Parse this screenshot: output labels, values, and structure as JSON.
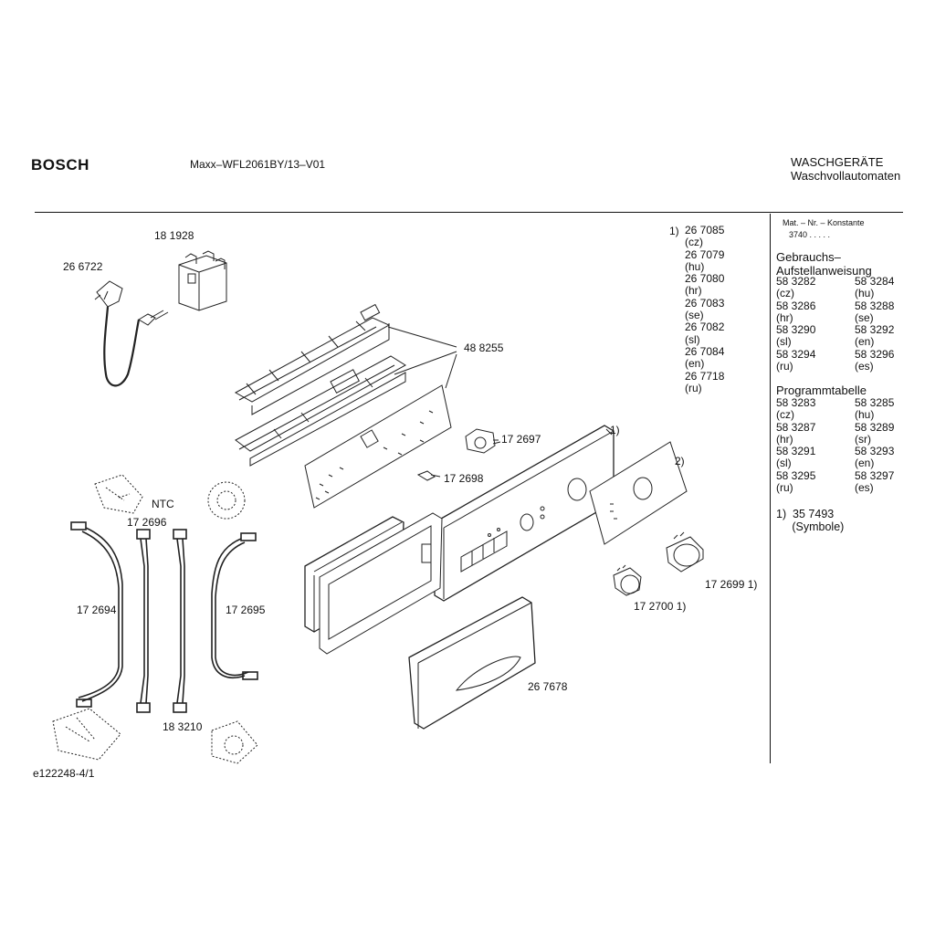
{
  "header": {
    "brand": "BOSCH",
    "model": "Maxx–WFL2061BY/13–V01",
    "category_line1": "WASCHGERÄTE",
    "category_line2": "Waschvollautomaten"
  },
  "parts": {
    "p181928": "18 1928",
    "p266722": "26 6722",
    "p488255": "48 8255",
    "p172697": "17 2697",
    "p172698": "17 2698",
    "ntc": "NTC",
    "p172696": "17 2696",
    "p172694": "17 2694",
    "p172695": "17 2695",
    "p183210": "18 3210",
    "p267678": "26 7678",
    "p172700": "17 2700 1)",
    "p172699": "17 2699 1)",
    "note1": "1)",
    "note2": "2)"
  },
  "variants": {
    "marker": "1)",
    "list": "26 7085\n(cz)\n26 7079\n(hu)\n26 7080\n(hr)\n26 7083\n(se)\n26 7082\n(sl)\n26 7084\n(en)\n26 7718\n(ru)"
  },
  "side": {
    "mat_title": "Mat. – Nr. – Konstante",
    "mat_value": "3740  .  .  .  .  .",
    "gebrauchs_title": "Gebrauchs–\nAufstellanweisung",
    "gebrauchs_left": "58 3282\n(cz)\n58 3286\n(hr)\n58 3290\n(sl)\n58 3294\n(ru)",
    "gebrauchs_right": "58 3284\n(hu)\n58 3288\n(se)\n58 3292\n(en)\n58 3296\n(es)",
    "programm_title": "Programmtabelle",
    "programm_left": "58 3283\n(cz)\n58 3287\n(hr)\n58 3291\n(sl)\n58 3295\n(ru)",
    "programm_right": "58 3285\n(hu)\n58 3289\n(sr)\n58 3293\n(en)\n58 3297\n(es)",
    "symbole": "1)  35 7493\n     (Symbole)"
  },
  "footer": {
    "drawing_id": "e122248-4/1"
  }
}
